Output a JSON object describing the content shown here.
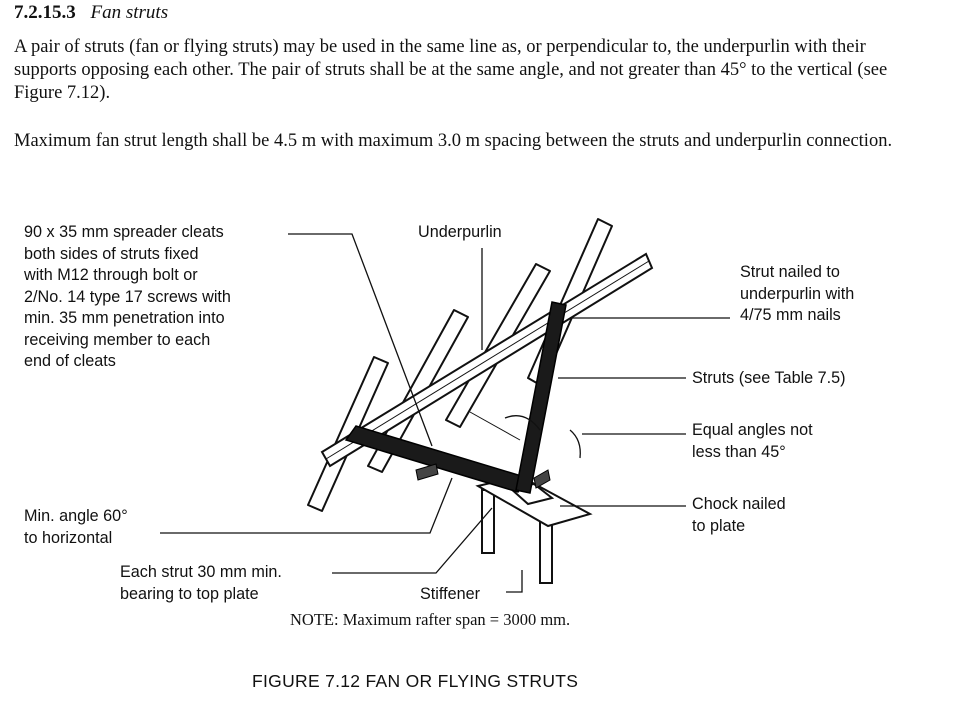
{
  "section": {
    "number": "7.2.15.3",
    "title": "Fan struts"
  },
  "paragraphs": [
    "A pair of struts (fan or flying struts) may be used in the same line as, or perpendicular to, the underpurlin with their supports opposing each other. The pair of struts shall be at the same angle, and not greater than 45° to the vertical (see Figure 7.12).",
    "Maximum fan strut length shall be 4.5 m with maximum 3.0 m spacing between the struts and underpurlin connection."
  ],
  "figure": {
    "labels": {
      "spreader_cleats": "90 x 35 mm spreader cleats\nboth sides of struts fixed\nwith M12 through bolt or\n2/No. 14 type 17 screws with\nmin. 35 mm penetration into\nreceiving member to each\nend of cleats",
      "underpurlin": "Underpurlin",
      "strut_nailed": "Strut nailed to\nunderpurlin with\n4/75 mm nails",
      "struts": "Struts (see Table 7.5)",
      "equal_angles": "Equal angles not\nless than 45°",
      "chock": "Chock nailed\nto plate",
      "min_angle": "Min. angle 60°\nto horizontal",
      "bearing": "Each strut 30 mm min.\nbearing to top plate",
      "stiffener": "Stiffener"
    },
    "note": "NOTE: Maximum rafter span = 3000 mm.",
    "caption": "FIGURE 7.12   FAN OR FLYING STRUTS"
  }
}
